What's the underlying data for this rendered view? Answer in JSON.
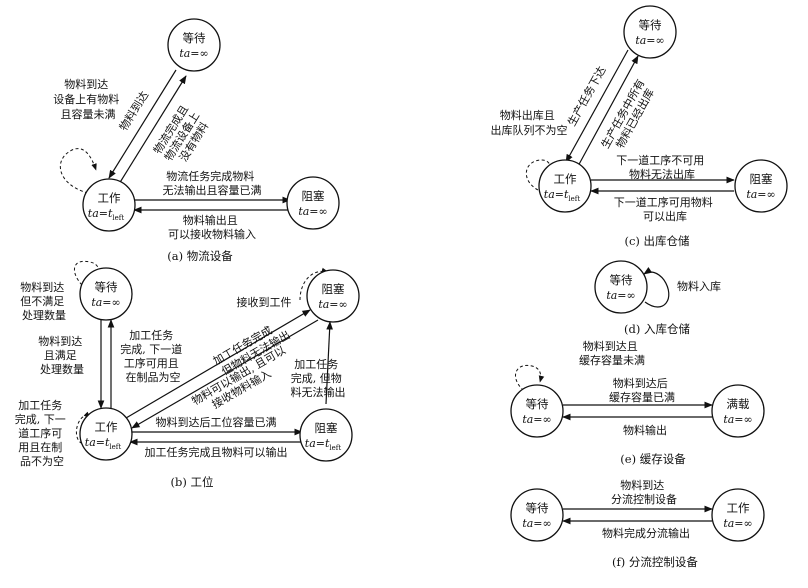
{
  "infinity": "∞",
  "t_left_sub": "left",
  "t_var": "t",
  "ta_prefix": "ta=",
  "panels": {
    "a": {
      "caption": "(a)  物流设备",
      "states": {
        "wait": "等待",
        "work": "工作",
        "block": "阻塞"
      },
      "self_loop": [
        "物料到达",
        "设备上有物料",
        "且容量未满"
      ],
      "edge_wait_to_work": "物料到达",
      "edge_work_to_wait": [
        "物流完成且",
        "物流设备上",
        "没有物料"
      ],
      "edge_work_to_block": [
        "物流任务完成物料",
        "无法输出且容量已满"
      ],
      "edge_block_to_work": [
        "物料输出且",
        "可以接收物料输入"
      ]
    },
    "b": {
      "caption": "(b)  工位",
      "states": {
        "wait": "等待",
        "block_top": "阻塞",
        "work": "工作",
        "block_right": "阻塞"
      },
      "wait_self_loop": [
        "物料到达",
        "但不满足",
        "处理数量"
      ],
      "block_top_self_loop": "接收到工件",
      "work_self_loop": [
        "加工任务",
        "完成, 下一",
        "道工序可",
        "用且在制",
        "品不为空"
      ],
      "edge_wait_to_work": [
        "物料到达",
        "且满足",
        "处理数量"
      ],
      "edge_work_to_wait": [
        "加工任务",
        "完成, 下一道",
        "工序可用且",
        "在制品为空"
      ],
      "edge_work_to_blocktop": [
        "加工任务完成",
        "但物料无法输出"
      ],
      "edge_blocktop_to_work": [
        "物料可以输出, 且可以",
        "接收物料输入"
      ],
      "edge_blockright_to_blocktop": [
        "加工任务",
        "完成, 但物",
        "料无法输出"
      ],
      "edge_work_to_blockright": "物料到达后工位容量已满",
      "edge_blockright_to_work": "加工任务完成且物料可以输出"
    },
    "c": {
      "caption": "(c)  出库仓储",
      "states": {
        "wait": "等待",
        "work": "工作",
        "block": "阻塞"
      },
      "self_loop": [
        "物料出库且",
        "出库队列不为空"
      ],
      "edge_wait_to_work": "生产任务下达",
      "edge_work_to_wait": [
        "生产任务中所有",
        "物料已经出库"
      ],
      "edge_work_to_block": [
        "下一道工序不可用",
        "物料无法出库"
      ],
      "edge_block_to_work": [
        "下一道工序可用物料",
        "可以出库"
      ]
    },
    "d": {
      "caption": "(d)  入库仓储",
      "states": {
        "wait": "等待"
      },
      "self_loop": "物料入库"
    },
    "e": {
      "caption": "(e)  缓存设备",
      "states": {
        "wait": "等待",
        "full": "满载"
      },
      "self_loop": [
        "物料到达且",
        "缓存容量未满"
      ],
      "edge_wait_to_full": [
        "物料到达后",
        "缓存容量已满"
      ],
      "edge_full_to_wait": "物料输出"
    },
    "f": {
      "caption": "(f)  分流控制设备",
      "states": {
        "wait": "等待",
        "work": "工作"
      },
      "edge_wait_to_work": [
        "物料到达",
        "分流控制设备"
      ],
      "edge_work_to_wait": "物料完成分流输出"
    }
  }
}
